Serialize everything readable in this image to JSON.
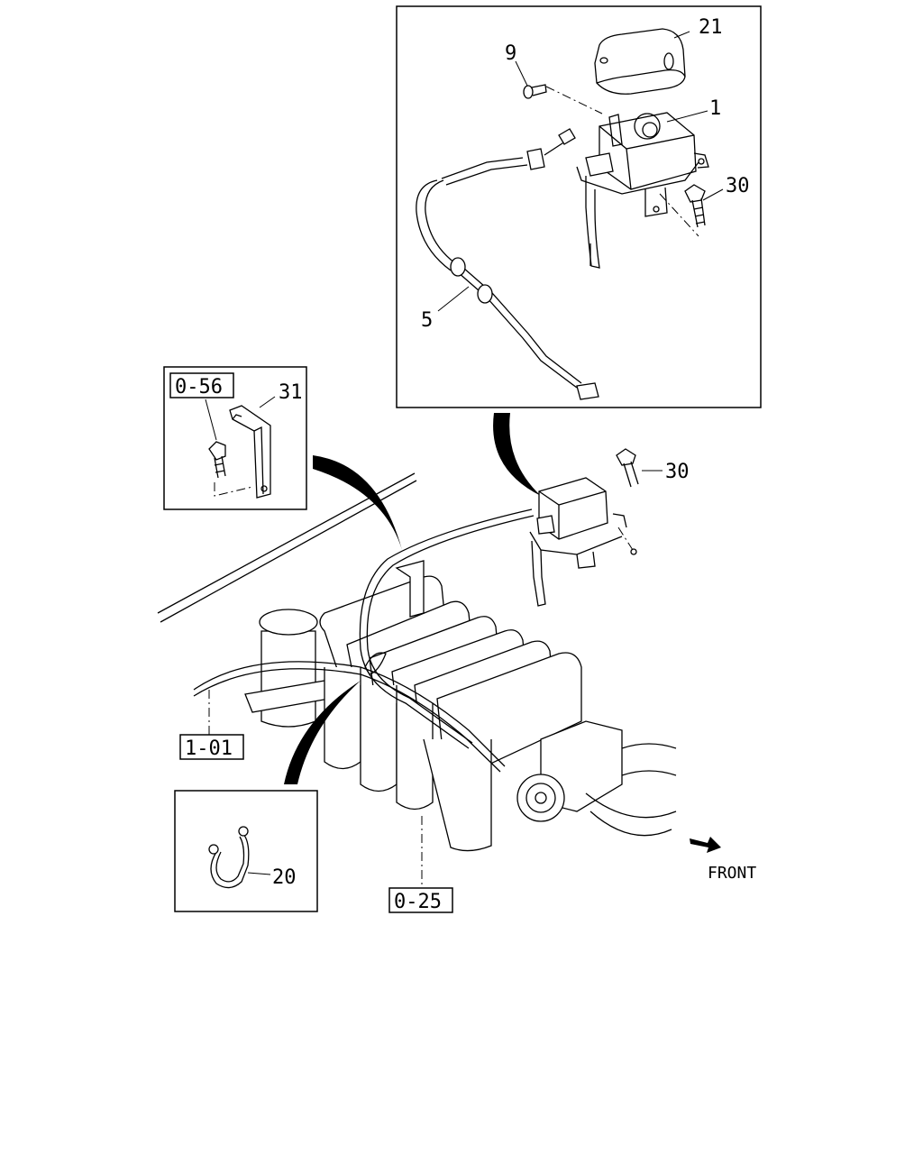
{
  "diagram": {
    "part_numbers": {
      "p21": "21",
      "p9": "9",
      "p1": "1",
      "p30_inset": "30",
      "p5": "5",
      "p31": "31",
      "p30_main": "30",
      "p20": "20"
    },
    "reference_boxes": {
      "ref_0_56": "0-56",
      "ref_1_01": "1-01",
      "ref_0_25": "0-25"
    },
    "direction_label": "FRONT"
  }
}
